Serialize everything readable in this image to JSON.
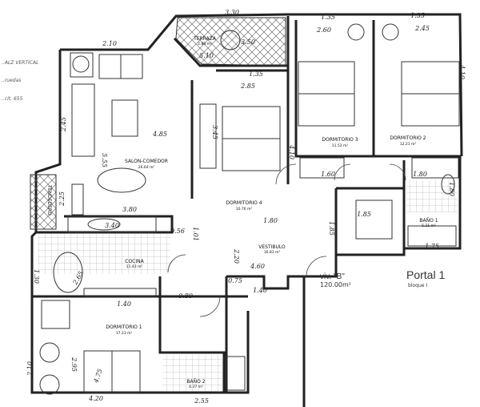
{
  "rooms": {
    "terraza": {
      "name": "TERRAZA",
      "area": "2.80 m²"
    },
    "salon": {
      "name": "SALON-COMEDOR",
      "area": "26.64 m²"
    },
    "dorm4": {
      "name": "DORMITORIO 4",
      "area": "10.76 m²"
    },
    "dorm3": {
      "name": "DORMITORIO 3",
      "area": "11.52 m²"
    },
    "dorm2": {
      "name": "DORMITORIO 2",
      "area": "12.21 m²"
    },
    "bano1": {
      "name": "BAÑO 1",
      "area": "5.21 m²"
    },
    "vestibulo": {
      "name": "VESTIBULO",
      "area": "16.83 m²"
    },
    "cocina": {
      "name": "COCINA",
      "area": "11.43 m²"
    },
    "dorm1": {
      "name": "DORMITORIO 1",
      "area": "17.23 m²"
    },
    "bano2": {
      "name": "BAÑO 2",
      "area": "4.37 m²"
    },
    "tendedero": {
      "name": "TENDEDERO"
    }
  },
  "unit": {
    "label": "viv. \"B\"",
    "area": "120.00m²"
  },
  "portal": {
    "label": "Portal 1",
    "block": "bloque I"
  },
  "notes": [
    "..ALZ VERTICAL",
    "..ruedas",
    "..cit. 655"
  ],
  "dimensions": [
    "3.30",
    "2.10",
    "1.35",
    "1.35",
    "2.60",
    "2.45",
    "3.50",
    "5.10",
    "1.35",
    "2.85",
    "4.85",
    "5.55",
    "2.45",
    "3.45",
    "4.10",
    "1.60",
    "1.80",
    "1.85",
    "1.80",
    "3.80",
    "3.40",
    "0.56",
    "1.01",
    "2.20",
    "4.60",
    "0.75",
    "1.40",
    "1.85",
    "1.75",
    "1.30",
    "2.65",
    "1.40",
    "0.80",
    "2.10",
    "2.95",
    "4.75",
    "4.20",
    "2.55",
    "2.25",
    "4.10",
    "1.80"
  ]
}
